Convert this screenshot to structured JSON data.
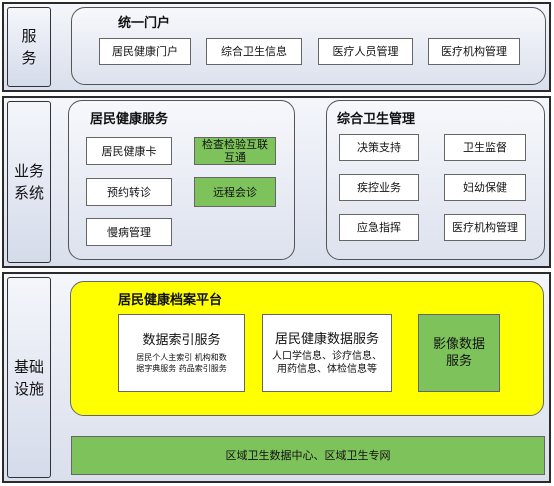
{
  "layers": {
    "service": "服务",
    "business": "业务系统",
    "infrastructure": "基础设施"
  },
  "portal": {
    "title": "统一门户",
    "items": [
      "居民健康门户",
      "综合卫生信息",
      "医疗人员管理",
      "医疗机构管理"
    ]
  },
  "resident_service": {
    "title": "居民健康服务",
    "items": [
      "居民健康卡",
      "检查检验互联互通",
      "预约转诊",
      "远程会诊",
      "慢病管理"
    ]
  },
  "health_management": {
    "title": "综合卫生管理",
    "items": [
      "决策支持",
      "卫生监督",
      "疾控业务",
      "妇幼保健",
      "应急指挥",
      "医疗机构管理"
    ]
  },
  "platform": {
    "title": "居民健康档案平台",
    "index_service": {
      "title": "数据索引服务",
      "detail": "居民个人主索引 机构和数据字典服务 药品索引服务"
    },
    "data_service": {
      "title": "居民健康数据服务",
      "detail": "人口学信息、诊疗信息、用药信息、体检信息等"
    },
    "image_service": "影像数据服务"
  },
  "data_center": "区域卫生数据中心、区域卫生专网"
}
